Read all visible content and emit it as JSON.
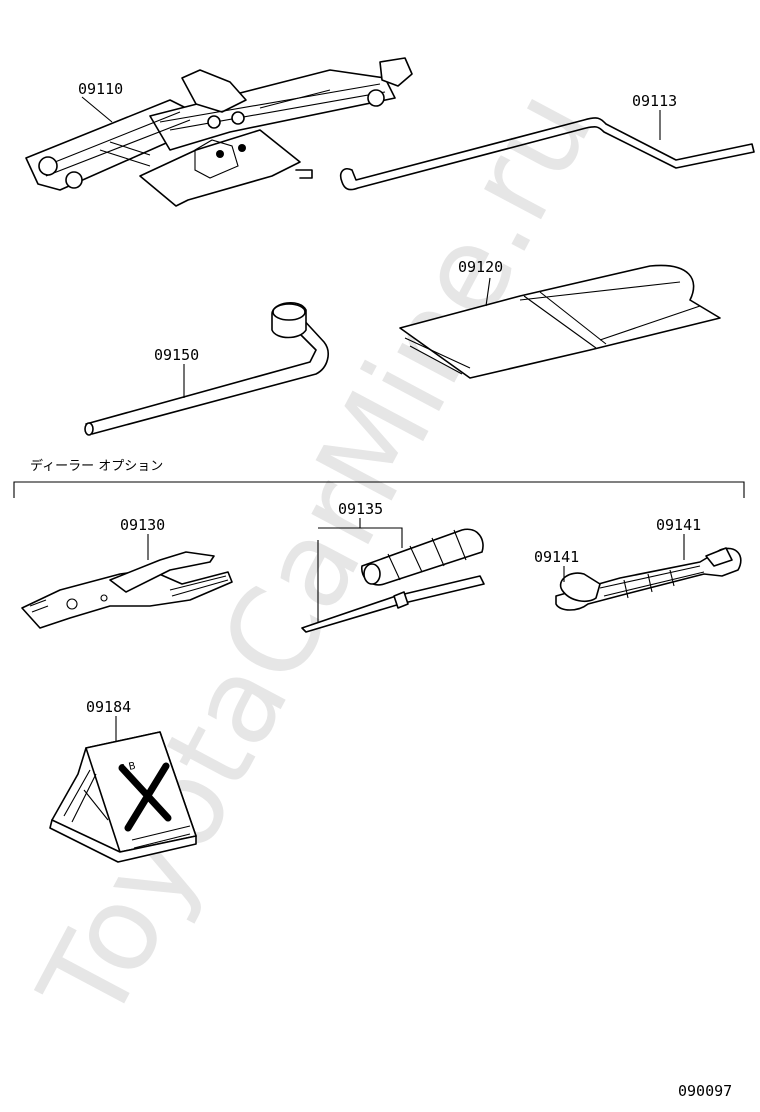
{
  "watermark": "ToyotaCarMine.ru",
  "section_title": "ディーラー オプション",
  "diagram_code": "090097",
  "parts": [
    {
      "code": "09110",
      "icon": "scissor-jack"
    },
    {
      "code": "09113",
      "icon": "jack-handle-rod"
    },
    {
      "code": "09120",
      "icon": "tool-bag"
    },
    {
      "code": "09150",
      "icon": "wheel-nut-wrench"
    },
    {
      "code": "09130",
      "icon": "pliers"
    },
    {
      "code": "09135",
      "icon": "screwdriver"
    },
    {
      "code": "09141",
      "icon": "open-end-wrench"
    },
    {
      "code": "09141",
      "icon": "open-end-wrench"
    },
    {
      "code": "09184",
      "icon": "wheel-chock"
    }
  ]
}
